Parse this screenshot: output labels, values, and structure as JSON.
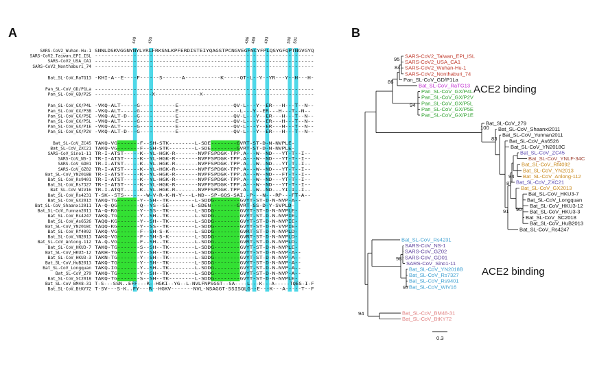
{
  "panel_a": {
    "label": "A",
    "positions": [
      "449",
      "455",
      "486",
      "489",
      "493",
      "500",
      "501"
    ],
    "ref_sequence": "SNNLDSKVGGNYNYLYRLFRKSNLKPFERDISTEIYQAGSTPCNGVEGFNCYFPLQSYGFQPTNGVGYQ",
    "sequences": [
      {
        "name": "SARS-CoV2_Wuhan-Hu-1",
        "seq": "(reference)",
        "group": "sars2"
      },
      {
        "name": "SARS-CoV2_Taiwan_EPI_ISL",
        "seq": "--------------------------------------------------------------------",
        "group": "sars2"
      },
      {
        "name": "SARS-CoV2_USA_CA1",
        "seq": "--------------------------------------------------------------------",
        "group": "sars2"
      },
      {
        "name": "SARS-CoV2_Nonthaburi_74",
        "seq": "--------------------------------------------------------------------",
        "group": "sars2"
      },
      {
        "name": "Bat_SL-CoV_RaTG13",
        "seq": "-KHI-A--E----F------S------A-----------K-----QT-L--Y--YR---Y--H---H-",
        "group": "ratg"
      },
      {
        "name": "Pan_SL-CoV_GD/P1La",
        "seq": "--------------------------------------------------------------------",
        "group": "pan"
      },
      {
        "name": "Pan_SL-CoV_GD/P2S",
        "seq": "------------------X--------------X-----------------------------------",
        "group": "pan"
      },
      {
        "name": "Pan_SL-CoV_GX/P4L",
        "seq": "-VKQ-ALT-----G-----------E-----------------QV-L---Y--ER---H---T--N--",
        "group": "pan"
      },
      {
        "name": "Pan_SL-CoV_GX/P3B",
        "seq": "-VKQ-ALT-----G-----------E-------------------L---Y--ER---H---T--N--",
        "group": "pan"
      },
      {
        "name": "Pan_SL-CoV_GX/P5E",
        "seq": "-VKQ-ALT-D---G-----------E-----------------QV-L---Y--ER---H---T--N--",
        "group": "pan"
      },
      {
        "name": "Pan_SL-CoV_GX/P5L",
        "seq": "-VKQ-ALT-----G-----------E-----------------QV-L---Y--ER---H---T--N--",
        "group": "pan"
      },
      {
        "name": "Pan_SL-CoV_GX/P1E",
        "seq": "-VKQ-ALT-----G-----------E-----------------QV-L---Y--ER---H---T--N--",
        "group": "pan"
      },
      {
        "name": "Pan_SL-CoV_GX/P2V",
        "seq": "-VKQ-ALT-D---G-----------E-----------------QV-L---Y--ER---H---T--N--",
        "group": "pan"
      },
      {
        "name": "Bat_SL-CoV_ZC45",
        "seq": "TAKQ-VG-------F--SH-STK--------L-SDE--------GVRT-ST-D-N-NVPLE-",
        "group": "bat2"
      },
      {
        "name": "Bat_SL-CoV_ZXC21",
        "seq": "TAKQ-VG-------F--SH-STK--------L-SDE--------GVRT-ST-D-N-NVPLE-",
        "group": "bat2"
      },
      {
        "name": "SARS-CoV_Sino1-11",
        "seq": "TR-I-ATST-----K--YL-HGK-R-------NVPFSPDGK-TPP.A---W--ND---YT-T--I--",
        "group": "sars1"
      },
      {
        "name": "SARS-CoV_NS-1",
        "seq": "TR-I-ATST-----K--YL-HGK-R-------NVPFSPDGK-TPP.A---W--ND---YT-T--I--",
        "group": "sars1"
      },
      {
        "name": "SARS-CoV_GD01",
        "seq": "TR-I-ATST-----K--YL-HGK-R-------NVPFSPDGK-TPP.A---W--ND---YT-T--I--",
        "group": "sars1"
      },
      {
        "name": "SARS-CoV_GZ02",
        "seq": "TR-I-ATST-----K--YL-HGK-R-------NVPFSPDGK-TPP.A---W--ND---YT-T--I--",
        "group": "sars1"
      },
      {
        "name": "Bat_SL-CoV_YN2018B",
        "seq": "TR-I-ATST-----K--YL-HGK-R-------NVPFSPDGK-TPP.A---W--ND---FT-T--I--",
        "group": "sars1"
      },
      {
        "name": "Bat_SL-CoV_Rs9401",
        "seq": "TR-I-ATST-----K--YL-HGK-R-------NVPFSPDGK-TPP.A---W--ND---YT-T--I--",
        "group": "sars1"
      },
      {
        "name": "Bat_SL-CoV_Rs7327",
        "seq": "TR-I-ATST-----K--YL-HGK-R-------NVPFSPDGK-TPP.A---W--ND---YT-T--I--",
        "group": "sars1"
      },
      {
        "name": "Bat_SL-CoV_WIV16",
        "seq": "TR-I-ATQT-----K--YL-HGK-R-------NVPFSPDGK-TPP.A---W--ND---YI-I--I--",
        "group": "sars1"
      },
      {
        "name": "Bat_SL-CoV_Rs4231",
        "seq": "T-SK--STS-------W-V-R-K-N-Y---L-ND--SP-GQS-SAI.-P---N---RP---FT-A--",
        "group": "sars1"
      },
      {
        "name": "Bat_SL-CoV_GX2013",
        "seq": "TAKQ-TG-------Y--SH--TK--------L-SDDG--------GVYT-ST-D-N-NVP-A--",
        "group": "bat2"
      },
      {
        "name": "Bat_SL-CoV_Shaanxi2011",
        "seq": "TA-Q-QG-------Q--YS--SE-------L-SDEN--------GVRT-SS-D-Y-SVPLD-",
        "group": "bat2"
      },
      {
        "name": "Bat_SL-CoV_Yunnan2011",
        "seq": "TA-Q-RG-------Y--SS--TK--------L-SDDG--------GVYT-ST-D-N-NVPLE-",
        "group": "bat2"
      },
      {
        "name": "Bat_SL-CoV_Rs4247",
        "seq": "TAKQ-TG-------Y--SH--TK--------L-SDDG--------GVYT-ST-D-N-NVPIE-",
        "group": "bat2"
      },
      {
        "name": "Bat_SL-CoV_As6526",
        "seq": "TAQQ-KG-------Y--SH--TK--------L-SDDG--------GVYT-ST-D-N-NVPIE-",
        "group": "bat2"
      },
      {
        "name": "Bat_SL-CoV_YN2018C",
        "seq": "TAQQ-KG-------Y--SS--TK--------L-SDDG--------GVYT-ST-D-N-VVPIE-",
        "group": "bat2"
      },
      {
        "name": "Bat_SL-CoV_Rf4092",
        "seq": "TAKQ-VG-------F--SH-S-K--------L-SDDG--------GVRT-ST-D-N-NVPLD-",
        "group": "bat2"
      },
      {
        "name": "Bat_SL-CoV_YN2013",
        "seq": "TAKQ-VG-------F--SH-S-K--------L-SDDG--------GVRT-ST-D-N-NVPLD-",
        "group": "bat2"
      },
      {
        "name": "Bat_SL-CoV_Anlong-112",
        "seq": "TA-Q-VG-------F--SH--TK--------L-SDDG--------GVRT-ST-D-N-NVPLD-",
        "group": "bat2"
      },
      {
        "name": "Bat_SL-CoV_HKU3-7",
        "seq": "TAKQ-TG-------S--SH--TK--------L-SDDG--------GVYT-ST-D-N-NVPLE-",
        "group": "bat2"
      },
      {
        "name": "Bat_SL-CoV_HKU3-12",
        "seq": "TAKH-TG-------Y--SH--TK--------L-SDDG--------GVYT-ST-D-N-NVP-A--",
        "group": "bat2"
      },
      {
        "name": "Bat_SL-CoV_HKU3-3",
        "seq": "TAKN-TG-------Y--SH--TK--------L-SDDG--------GVYT-ST-D-N-NVP-A--",
        "group": "bat2"
      },
      {
        "name": "Bat_SL-CoV_HuB2013",
        "seq": "TAKQ-TG-------Y--SH--TK--------L-SDDG--------GVYT-ST-D-N-NVP-A--",
        "group": "bat2"
      },
      {
        "name": "Bat_SL-CoV_Longquan",
        "seq": "TAKQ-IG-------Y--SH--TK--------L-SDDG--------GVYT-ST-D-N-NVP-A--",
        "group": "bat2"
      },
      {
        "name": "Bat_SL-CoV_279",
        "seq": "TAKQ-TG-------Y--SH--TK--------L-SDDG--------GVYT-ST-D-N-NVP-A--",
        "group": "bat2"
      },
      {
        "name": "Bat_SL-CoV_SC2018",
        "seq": "TAKQ-TG-------S--SH--TK--------L-SDDG--------GVYT-ST-D-N-NVPLE-",
        "group": "bat2"
      },
      {
        "name": "Bat_SL-CoV_BM48-31",
        "seq": "T-S---SSN..EFF---R--HGKI--YG--L-NVLFNPSGGT--SA----L---K---A-----TQES-I-F",
        "group": "far"
      },
      {
        "name": "Bat_SL-CoV_BtKY72",
        "seq": "T-SV---S-K..FY---R--HGKV-------NVL-NSAGGT-SSISQLG--E---K---A-----T--F",
        "group": "far"
      }
    ]
  },
  "panel_b": {
    "label": "B",
    "annotations": {
      "top": "ACE2 binding",
      "bottom": "ACE2 binding"
    },
    "scale_label": "0.3",
    "colors": {
      "sars2": "#c0392b",
      "pan_gd": "#222222",
      "ratg": "#c02fd1",
      "pan_gx": "#2ca02c",
      "bat2": "#111111",
      "zc": "#9b3d2e",
      "rf": "#c9891d",
      "zxc": "#5b4ab0",
      "sars1": "#5a3d9a",
      "bat_cyan": "#3b9fd1",
      "far": "#e08080"
    },
    "leaves": [
      {
        "name": "SARS-CoV2_Taiwan_EPI_ISL",
        "color": "sars2"
      },
      {
        "name": "SARS-CoV2_USA_CA1",
        "color": "sars2"
      },
      {
        "name": "SARS-CoV2_Wuhan-Hu-1",
        "color": "sars2"
      },
      {
        "name": "SARS-CoV2_Nonthaburi_74",
        "color": "sars2"
      },
      {
        "name": "Pan_SL-CoV_GD/P1La",
        "color": "pan_gd"
      },
      {
        "name": "Bat_SL-CoV_RaTG13",
        "color": "ratg"
      },
      {
        "name": "Pan_SL-CoV_GX/P4L",
        "color": "pan_gx"
      },
      {
        "name": "Pan_SL-CoV_GX/P2V",
        "color": "pan_gx"
      },
      {
        "name": "Pan_SL-CoV_GX/P5L",
        "color": "pan_gx"
      },
      {
        "name": "Pan_SL-CoV_GX/P5E",
        "color": "pan_gx"
      },
      {
        "name": "Pan_SL-CoV_GX/P1E",
        "color": "pan_gx"
      },
      {
        "name": "Bat_SL-CoV_279",
        "color": "bat2"
      },
      {
        "name": "Bat_SL-CoV_Shaanxi2011",
        "color": "bat2"
      },
      {
        "name": "Bat_SL-CoV_Yunnan2011",
        "color": "bat2"
      },
      {
        "name": "Bat_SL-CoV_As6526",
        "color": "bat2"
      },
      {
        "name": "Bat_SL-CoV_YN2018C",
        "color": "bat2"
      },
      {
        "name": "Bat_SL-CoV_ZC45",
        "color": "zxc"
      },
      {
        "name": "Bat_SL-CoV_YNLF-34C",
        "color": "zc"
      },
      {
        "name": "Bat_SL-CoV_Rf4092",
        "color": "rf"
      },
      {
        "name": "Bat_SL-CoV_YN2013",
        "color": "rf"
      },
      {
        "name": "Bat_SL-CoV_Anlong-112",
        "color": "rf"
      },
      {
        "name": "Bat_SL-CoV_ZXC21",
        "color": "zxc"
      },
      {
        "name": "Bat_SL-CoV_GX2013",
        "color": "rf"
      },
      {
        "name": "Bat_SL-CoV_HKU3-7",
        "color": "bat2"
      },
      {
        "name": "Bat_SL-CoV_Longquan",
        "color": "bat2"
      },
      {
        "name": "Bat_SL-CoV_HKU3-12",
        "color": "bat2"
      },
      {
        "name": "Bat_SL-CoV_HKU3-3",
        "color": "bat2"
      },
      {
        "name": "Bat_SL-CoV_SC2018",
        "color": "bat2"
      },
      {
        "name": "Bat_SL-CoV_HuB2013",
        "color": "bat2"
      },
      {
        "name": "Bat_SL-CoV_Rs4247",
        "color": "bat2"
      },
      {
        "name": "Bat_SL-CoV_Rs4231",
        "color": "bat_cyan"
      },
      {
        "name": "SARS-CoV_NS-1",
        "color": "sars1"
      },
      {
        "name": "SARS-CoV_GZ02",
        "color": "sars1"
      },
      {
        "name": "SARS-CoV_GD01",
        "color": "sars1"
      },
      {
        "name": "SARS-CoV_Sino1-11",
        "color": "sars1"
      },
      {
        "name": "Bat_SL-CoV_YN2018B",
        "color": "bat_cyan"
      },
      {
        "name": "Bat_SL-CoV_Rs7327",
        "color": "bat_cyan"
      },
      {
        "name": "Bat_SL-CoV_Rs9401",
        "color": "bat_cyan"
      },
      {
        "name": "Bat_SL-CoV_WIV16",
        "color": "bat_cyan"
      },
      {
        "name": "Bat_SL-CoV_BM48-31",
        "color": "far"
      },
      {
        "name": "Bat_SL-CoV_BtKY72",
        "color": "far"
      }
    ],
    "bootstrap": [
      "95",
      "84",
      "86",
      "94",
      "100",
      "83",
      "94",
      "87",
      "91",
      "90",
      "98",
      "97",
      "94"
    ]
  }
}
